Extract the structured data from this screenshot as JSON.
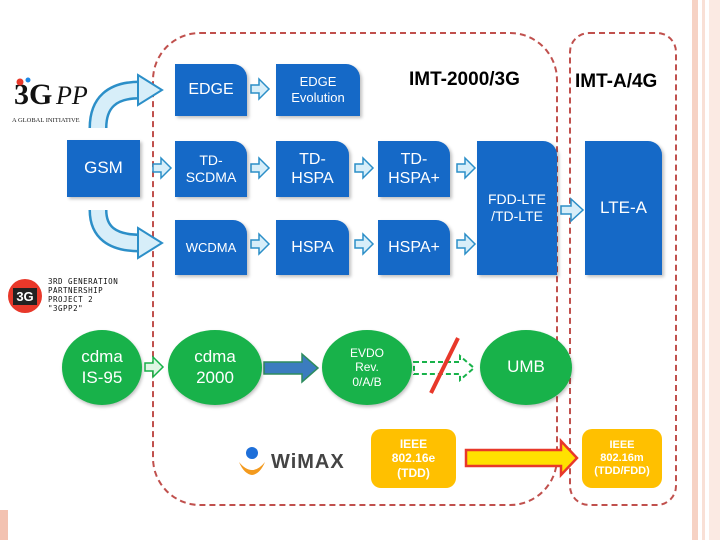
{
  "colors": {
    "blue": "#1569c7",
    "green": "#18b24a",
    "yellow": "#ffc000",
    "dash_red": "#c0504d",
    "accent_red": "#e8382a",
    "stripe": "#f6d2c4"
  },
  "headings": {
    "imt_3g": "IMT-2000/3G",
    "imt_4g": "IMT-A/4G"
  },
  "logos": {
    "gpp_mark": "3GPP",
    "gpp_sub": "A GLOBAL INITIATIVE",
    "gpp2_mark": "3G",
    "gpp2_text": "3RD GENERATION\nPARTNERSHIP\nPROJECT 2\n\"3GPP2\"",
    "wimax": "WiMAX"
  },
  "nodes": {
    "gsm": "GSM",
    "edge": "EDGE",
    "edge_evolution": "EDGE\nEvolution",
    "td_scdma": "TD-\nSCDMA",
    "td_hspa": "TD-\nHSPA",
    "td_hspa_plus": "TD-\nHSPA+",
    "wcdma": "WCDMA",
    "hspa": "HSPA",
    "hspa_plus": "HSPA+",
    "fdd_lte": "FDD-LTE\n/TD-LTE",
    "lte_a": "LTE-A",
    "cdma_is95": "cdma\nIS-95",
    "cdma2000": "cdma\n2000",
    "evdo": "EVDO\nRev.\n0/A/B",
    "umb": "UMB",
    "ieee_80216e": "IEEE\n802.16e\n(TDD)",
    "ieee_80216m": "IEEE\n802.16m\n(TDD/FDD)"
  }
}
